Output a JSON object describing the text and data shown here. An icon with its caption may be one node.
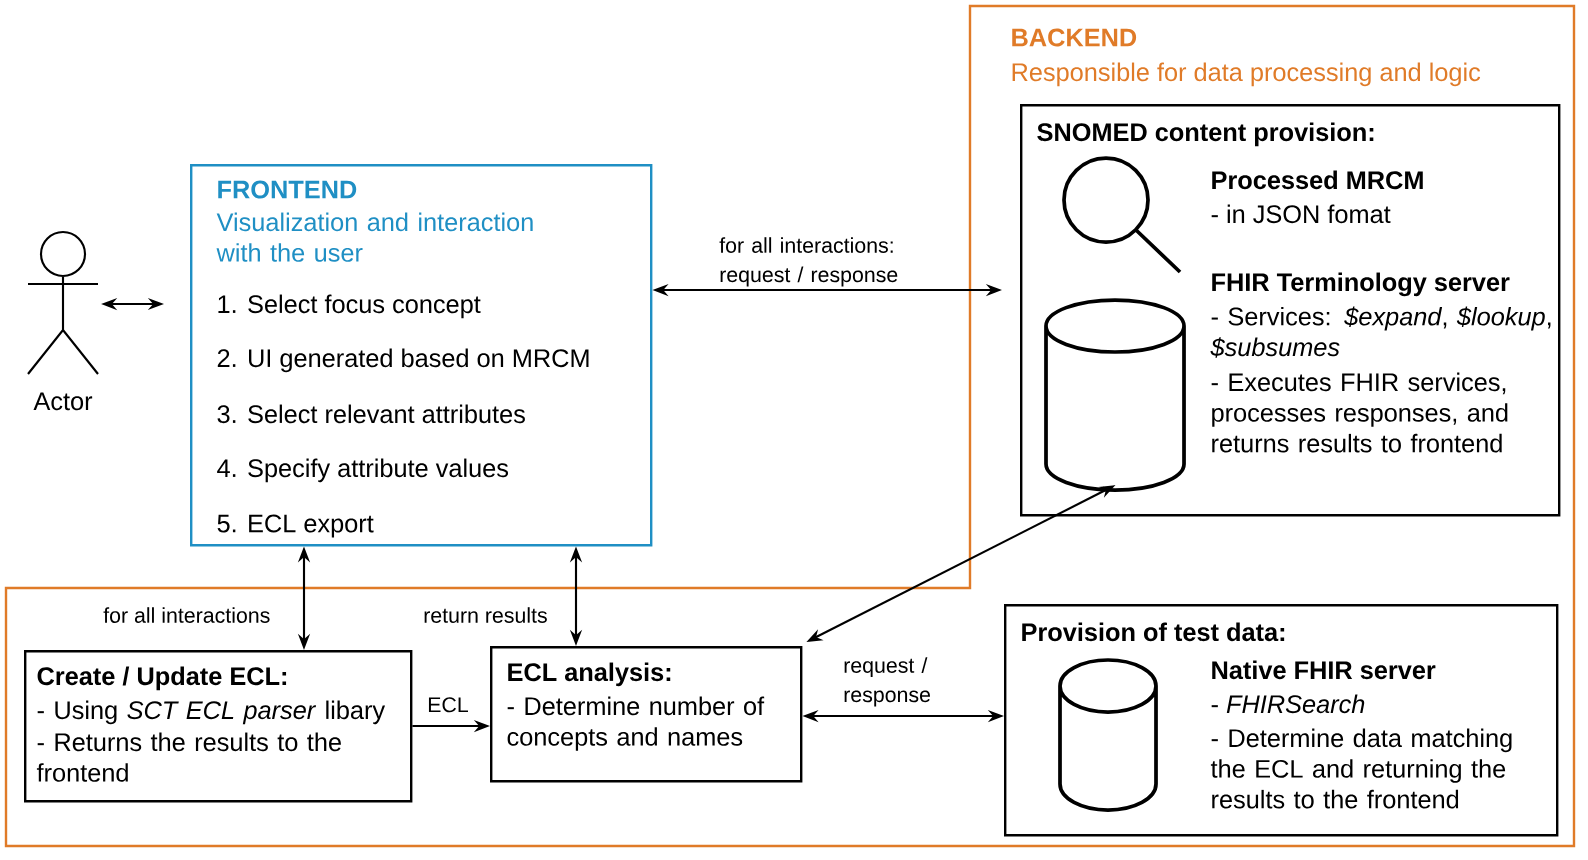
{
  "diagram": {
    "nodes": [
      {
        "text": [],
        "shape": "person",
        "beside": [
          "Actor"
        ]
      },
      {
        "text": [
          "FRONTEND",
          "Visualization and interaction with the user",
          "1. Select focus concept",
          "2. UI generated based on MRCM",
          "3. Select relevant attributes",
          "4. Specify attribute values",
          "5. ECL export"
        ]
      },
      {
        "text": [
          "BACKEND",
          "Responsible for data processing and logic"
        ]
      },
      {
        "text": [
          "SNOMED content provision:",
          "Processed MRCM",
          "- in JSON fomat",
          "FHIR Terminology server",
          "- Services: *$expand*, *$lookup*, *$subsumes*",
          "- Executes FHIR services, processes responses, and returns results to frontend"
        ],
        "in": 2
      },
      {
        "text": [],
        "shape": "cylinder",
        "in": 3
      },
      {
        "text": [
          "Create / Update ECL:",
          "- Using *SCT ECL parser* libary",
          "- Returns the results to the frontend"
        ],
        "in": 2
      },
      {
        "text": [
          "ECL analysis:",
          "- Determine number of concepts and names"
        ],
        "in": 2
      },
      {
        "text": [
          "Provision of test data:",
          "Native FHIR server",
          "- *FHIRSearch*",
          "- Determine data matching the ECL and returning the results to the frontend"
        ],
        "in": 2
      },
      {
        "text": [],
        "shape": "cylinder",
        "in": 7
      }
    ],
    "edges": [
      {
        "from": 0,
        "to": 1,
        "arrow": "both"
      },
      {
        "from": 1,
        "to": 3,
        "arrow": "both",
        "label": "for all interactions: request / response"
      },
      {
        "from": 1,
        "to": 5,
        "arrow": "both",
        "label": "for all interactions"
      },
      {
        "from": 1,
        "to": 6,
        "arrow": "both",
        "label": "return results"
      },
      {
        "from": 5,
        "to": 6,
        "arrow": "to",
        "label": "ECL"
      },
      {
        "from": 6,
        "to": 4,
        "arrow": "both"
      },
      {
        "from": 6,
        "to": 7,
        "arrow": "both",
        "label": "request / response"
      }
    ]
  }
}
